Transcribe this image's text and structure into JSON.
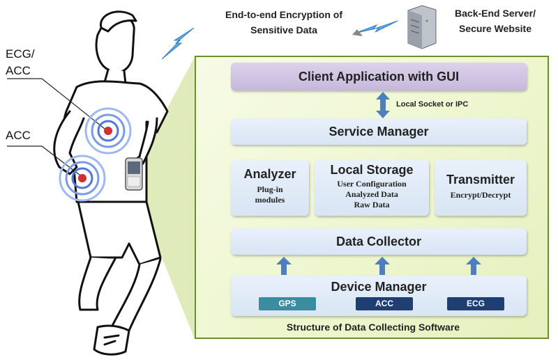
{
  "side_labels": {
    "ecg_acc_line1": "ECG/",
    "ecg_acc_line2": "ACC",
    "acc": "ACC"
  },
  "top": {
    "encryption_line1": "End-to-end Encryption of",
    "encryption_line2": "Sensitive Data",
    "server_line1": "Back-End Server/",
    "server_line2": "Secure Website"
  },
  "panel": {
    "client_app": "Client Application with GUI",
    "ipc_label": "Local Socket or  IPC",
    "service_manager": "Service Manager",
    "analyzer": {
      "title": "Analyzer",
      "lines": [
        "Plug-in",
        "modules"
      ]
    },
    "local_storage": {
      "title": "Local Storage",
      "lines": [
        "User Configuration",
        "Analyzed Data",
        "Raw Data"
      ]
    },
    "transmitter": {
      "title": "Transmitter",
      "lines": [
        "Encrypt/Decrypt"
      ]
    },
    "data_collector": "Data Collector",
    "device_manager": "Device Manager",
    "chips": [
      {
        "label": "GPS",
        "color": "#3a8da0"
      },
      {
        "label": "ACC",
        "color": "#1f3f72"
      },
      {
        "label": "ECG",
        "color": "#1f3f72"
      }
    ],
    "caption": "Structure of Data Collecting Software"
  },
  "colors": {
    "panel_border": "#6c8f2d",
    "client_box": "#c9bcdc",
    "arrow_blue": "#4f7fbf",
    "sensor_red": "#d03030",
    "sensor_ring": "#3f6fd8"
  }
}
